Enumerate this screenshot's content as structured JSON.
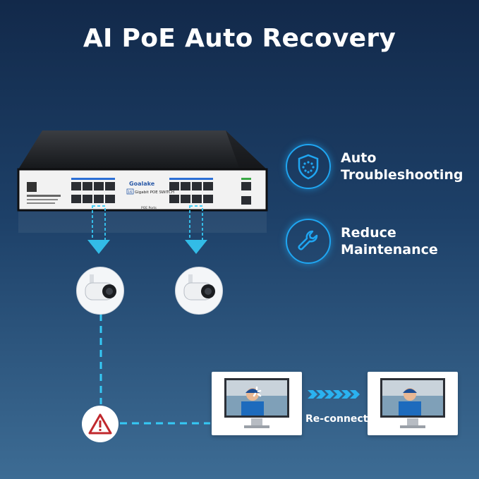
{
  "title": "AI PoE Auto Recovery",
  "features": [
    {
      "lines": [
        "Auto",
        "Troubleshooting"
      ],
      "icon": "shield-icon"
    },
    {
      "lines": [
        "Reduce",
        "Maintenance"
      ],
      "icon": "wrench-icon"
    }
  ],
  "switch": {
    "brand": "Goalake",
    "model_badge": "16",
    "model_label": "Gigabit POE SWITCH",
    "ports_label": "POE Ports"
  },
  "reconnect_label": "Re-connect",
  "colors": {
    "accent": "#1fa6f2",
    "dashed_line": "#35c9f5",
    "warning": "#c0282d"
  }
}
